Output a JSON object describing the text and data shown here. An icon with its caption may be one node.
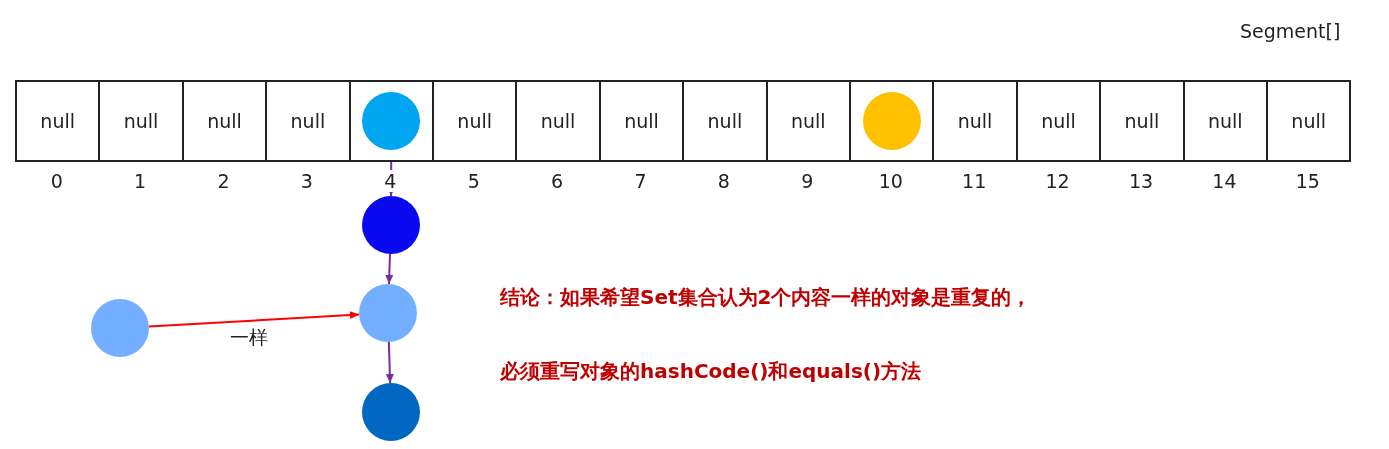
{
  "diagram": {
    "nodes": [
      {
        "text": [
          "null"
        ]
      },
      {
        "text": [
          "null"
        ]
      },
      {
        "text": [
          "null"
        ]
      },
      {
        "text": [
          "null"
        ]
      },
      {
        "text": [],
        "shape": "box"
      },
      {
        "text": [
          "null"
        ]
      },
      {
        "text": [
          "null"
        ]
      },
      {
        "text": [
          "null"
        ]
      },
      {
        "text": [
          "null"
        ]
      },
      {
        "text": [
          "null"
        ]
      },
      {
        "text": [],
        "shape": "box"
      },
      {
        "text": [
          "null"
        ]
      },
      {
        "text": [
          "null"
        ]
      },
      {
        "text": [
          "null"
        ]
      },
      {
        "text": [
          "null"
        ]
      },
      {
        "text": [
          "null"
        ]
      },
      {
        "text": [],
        "shape": "circle",
        "in": 4
      },
      {
        "text": [],
        "shape": "circle",
        "in": 10
      },
      {
        "text": [],
        "shape": "circle"
      },
      {
        "text": [],
        "shape": "circle"
      },
      {
        "text": [],
        "shape": "circle"
      },
      {
        "text": [],
        "shape": "circle"
      }
    ],
    "edges": [
      {
        "from": 16,
        "to": 18,
        "arrow": "to"
      },
      {
        "from": 18,
        "to": 20,
        "arrow": "to"
      },
      {
        "from": 19,
        "to": 20,
        "arrow": "to",
        "label": "一样",
        "color": "#ff0000"
      },
      {
        "from": 20,
        "to": 21,
        "arrow": "to"
      }
    ],
    "labels": [
      "Segment[]",
      "0",
      "1",
      "2",
      "3",
      "4",
      "5",
      "6",
      "7",
      "8",
      "9",
      "10",
      "11",
      "12",
      "13",
      "14",
      "15",
      "结论：如果希望Set集合认为2个内容一样的对象是重复的，",
      "必须重写对象的hashCode()和equals()方法"
    ]
  }
}
